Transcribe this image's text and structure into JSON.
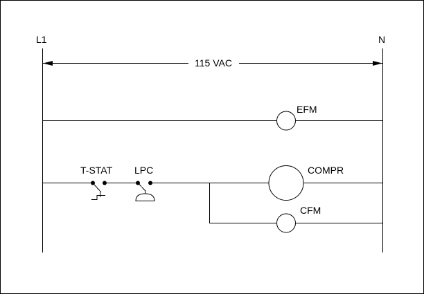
{
  "rails": {
    "left": "L1",
    "right": "N"
  },
  "voltage": "115 VAC",
  "rungs": [
    {
      "loads": [
        {
          "label": "EFM"
        }
      ]
    },
    {
      "switches": [
        {
          "label": "T-STAT"
        },
        {
          "label": "LPC"
        }
      ],
      "loads": [
        {
          "label": "COMPR"
        }
      ]
    },
    {
      "loads": [
        {
          "label": "CFM"
        }
      ]
    }
  ]
}
